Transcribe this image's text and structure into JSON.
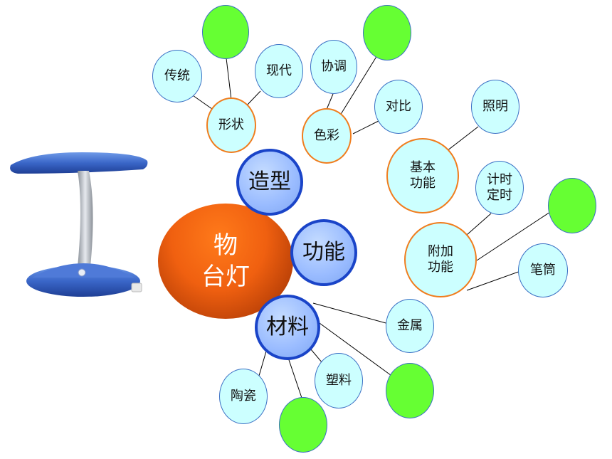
{
  "center": {
    "label": "物\n台灯"
  },
  "main": {
    "shape": "造型",
    "function": "功能",
    "material": "材料"
  },
  "shape": {
    "form": "形状",
    "form_items": [
      "传统",
      "现代"
    ],
    "color": "色彩",
    "color_items": [
      "协调",
      "对比"
    ]
  },
  "function": {
    "basic": "基本\n功能",
    "basic_items": [
      "照明"
    ],
    "extra": "附加\n功能",
    "extra_items": [
      "计时\n定时",
      "笔筒"
    ]
  },
  "material": {
    "items": [
      "金属",
      "塑料",
      "陶瓷"
    ]
  },
  "colors": {
    "center": "#f06010",
    "main_fill": "#99bbff",
    "main_border": "#1a44c8",
    "leaf_fill": "#ccffff",
    "sub_border": "#f07d1e",
    "blank_fill": "#66ff33",
    "line": "#000000"
  },
  "icons": {
    "lamp": "desk-lamp-illustration"
  }
}
